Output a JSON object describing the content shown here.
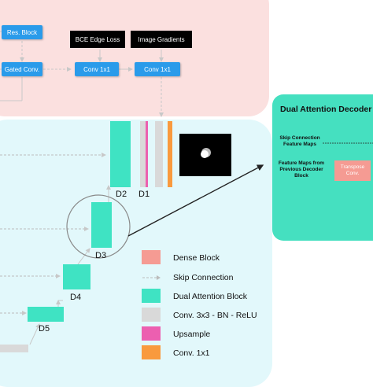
{
  "boxes": {
    "res_block": "Res. Block",
    "gated_conv": "Gated Conv.",
    "bce_edge_loss": "BCE Edge Loss",
    "image_gradients": "Image Gradients",
    "conv1x1_a": "Conv 1x1",
    "conv1x1_b": "Conv 1x1"
  },
  "decoder_labels": {
    "d1": "D1",
    "d2": "D2",
    "d3": "D3",
    "d4": "D4",
    "d5": "D5"
  },
  "legend": [
    {
      "label": "Dense Block",
      "color": "#f59b93"
    },
    {
      "label": "Skip Connection",
      "color": "#bbbbbb"
    },
    {
      "label": "Dual Attention Block",
      "color": "#3fe3c3"
    },
    {
      "label": "Conv. 3x3 - BN - ReLU",
      "color": "#d9d9d9"
    },
    {
      "label": "Upsample",
      "color": "#ec5fb0"
    },
    {
      "label": "Conv. 1x1",
      "color": "#f99a3e"
    }
  ],
  "dual_attention": {
    "title": "Dual Attention Decoder B",
    "skip_label_1": "Skip Connection",
    "skip_label_2": "Feature Maps",
    "prev_label_1": "Feature Maps from",
    "prev_label_2": "Previous Decoder",
    "prev_label_3": "Block",
    "transpose_1": "Transpose",
    "transpose_2": "Conv."
  },
  "colors": {
    "pink_panel": "#fbe0df",
    "cyan_panel": "#e2f8fb",
    "teal_panel": "#45e0c0",
    "blue_box": "#2a9bea"
  }
}
